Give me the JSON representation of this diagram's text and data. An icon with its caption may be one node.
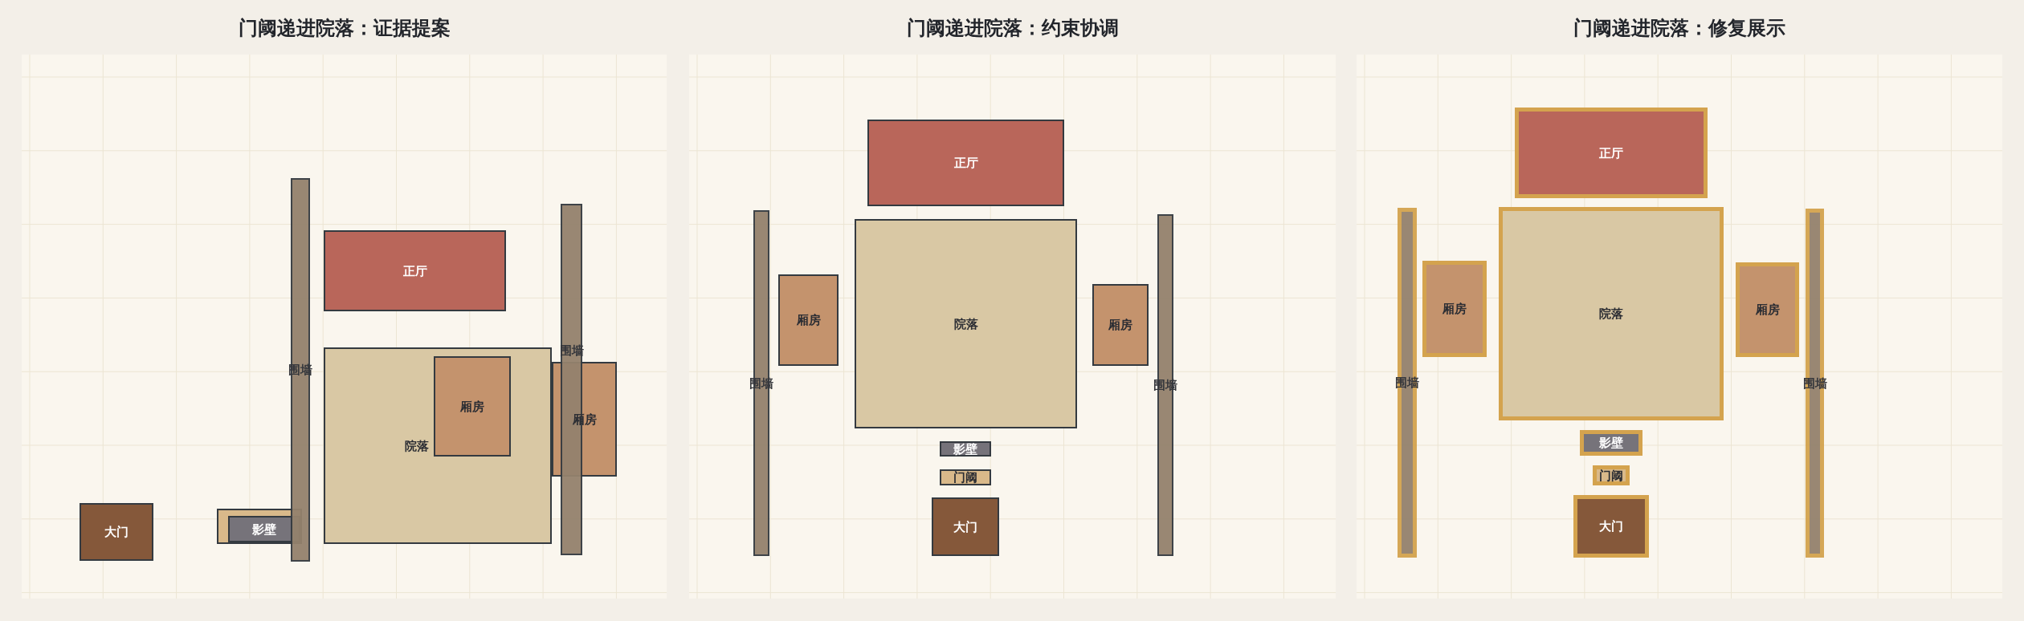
{
  "diagram": {
    "nodes": [
      {
        "text": [
          "门阈递进院落：证据提案"
        ]
      },
      {
        "text": [
          "围墙"
        ],
        "in": 0
      },
      {
        "text": [
          "围墙"
        ],
        "in": 0
      },
      {
        "text": [
          "正厅"
        ],
        "in": 0
      },
      {
        "text": [
          "院落"
        ],
        "in": 0
      },
      {
        "text": [
          "厢房"
        ],
        "in": 4
      },
      {
        "text": [
          "厢房"
        ],
        "in": 0
      },
      {
        "text": [
          "大门"
        ],
        "in": 0
      },
      {
        "text": [],
        "shape": "box",
        "in": 0
      },
      {
        "text": [
          "影壁"
        ],
        "in": 8
      },
      {
        "text": [
          "门阈递进院落：约束协调"
        ]
      },
      {
        "text": [
          "正厅"
        ],
        "in": 10
      },
      {
        "text": [
          "围墙"
        ],
        "in": 10
      },
      {
        "text": [
          "围墙"
        ],
        "in": 10
      },
      {
        "text": [
          "院落"
        ],
        "in": 10
      },
      {
        "text": [
          "厢房"
        ],
        "in": 10
      },
      {
        "text": [
          "厢房"
        ],
        "in": 10
      },
      {
        "text": [
          "影壁"
        ],
        "in": 10
      },
      {
        "text": [
          "门阈"
        ],
        "in": 10
      },
      {
        "text": [
          "大门"
        ],
        "in": 10
      },
      {
        "text": [
          "门阈递进院落：修复展示"
        ]
      },
      {
        "text": [
          "正厅"
        ],
        "in": 20
      },
      {
        "text": [
          "围墙"
        ],
        "in": 20
      },
      {
        "text": [
          "围墙"
        ],
        "in": 20
      },
      {
        "text": [
          "院落"
        ],
        "in": 20
      },
      {
        "text": [
          "厢房"
        ],
        "in": 20
      },
      {
        "text": [
          "厢房"
        ],
        "in": 20
      },
      {
        "text": [
          "影壁"
        ],
        "in": 20
      },
      {
        "text": [
          "门阈"
        ],
        "in": 20
      },
      {
        "text": [
          "大门"
        ],
        "in": 20
      }
    ]
  }
}
